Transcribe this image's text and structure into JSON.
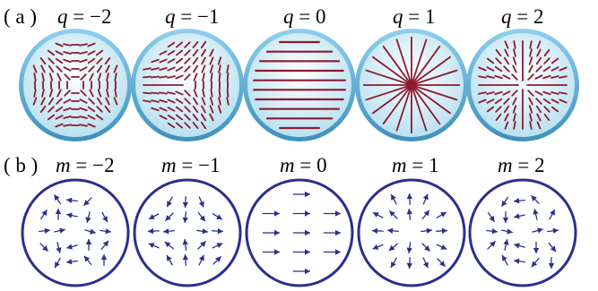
{
  "panels": [
    {
      "tag": "( a )",
      "symbol": "q",
      "style": "director",
      "colors": {
        "rim": "#5aa8d0",
        "fill": "#c6e8f4",
        "line": "#8b1a2e"
      },
      "items": [
        {
          "value": "−2",
          "charge": -2
        },
        {
          "value": "−1",
          "charge": -1
        },
        {
          "value": "0",
          "charge": 0
        },
        {
          "value": "1",
          "charge": 1
        },
        {
          "value": "2",
          "charge": 2
        }
      ]
    },
    {
      "tag": "( b )",
      "symbol": "m",
      "style": "vector",
      "colors": {
        "rim": "#2b2f8c",
        "fill": "#ffffff",
        "line": "#2b2f8c"
      },
      "items": [
        {
          "value": "−2",
          "charge": -2
        },
        {
          "value": "−1",
          "charge": -1
        },
        {
          "value": "0",
          "charge": 0
        },
        {
          "value": "1",
          "charge": 1
        },
        {
          "value": "2",
          "charge": 2
        }
      ]
    }
  ]
}
